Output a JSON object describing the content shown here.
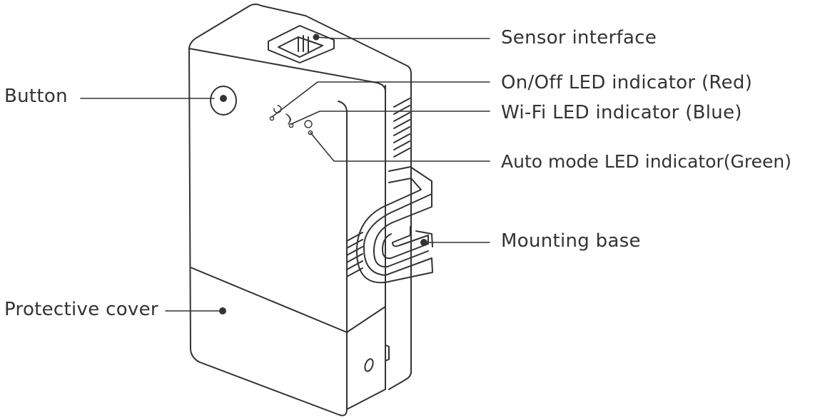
{
  "labels": {
    "button": "Button",
    "protective_cover": "Protective cover",
    "sensor_interface": "Sensor interface",
    "onoff_led": "On/Off LED indicator (Red)",
    "wifi_led": "Wi-Fi LED indicator (Blue)",
    "auto_led": "Auto mode LED indicator(Green)",
    "mounting_base": "Mounting base"
  },
  "colors": {
    "line": "#333333",
    "text": "#333333",
    "background": "#ffffff"
  }
}
